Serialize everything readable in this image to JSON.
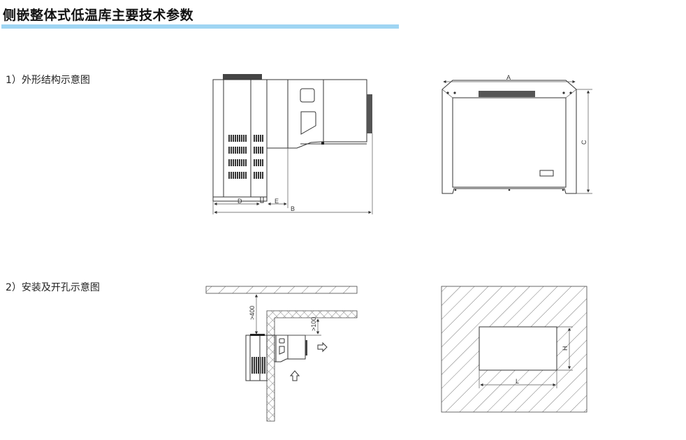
{
  "title": "侧嵌整体式低温库主要技术参数",
  "accent_color": "#9fd5f3",
  "sections": [
    {
      "label": "1）外形结构示意图"
    },
    {
      "label": "2）安装及开孔示意图"
    }
  ],
  "dimensions": {
    "A": "A",
    "B": "B",
    "C": "C",
    "D": "D",
    "E": "E",
    "H": "H",
    "L": "L",
    "top_clearance": ">400",
    "wall_clearance": ">100"
  }
}
